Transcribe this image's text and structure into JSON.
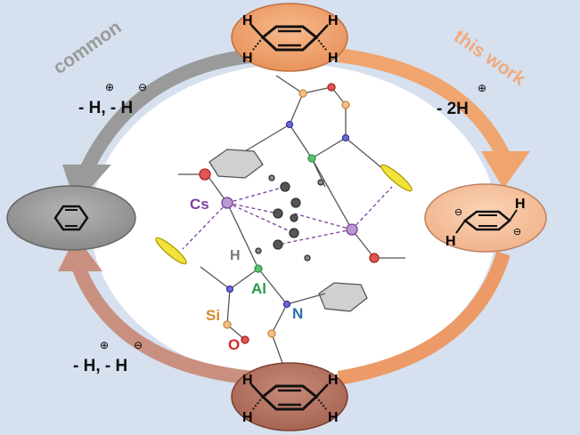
{
  "arrows": {
    "common_label": "common",
    "common_top_reaction": "- H, - H",
    "common_bottom_reaction": "- H, - H",
    "this_work_label": "this work",
    "this_work_reaction": "- 2H"
  },
  "atoms": {
    "cs": "Cs",
    "h": "H",
    "al": "Al",
    "n": "N",
    "si": "Si",
    "o": "O"
  },
  "molecule_h": "H",
  "colors": {
    "background": "#d6e0ee",
    "gray_arrow": "#9a9a9a",
    "orange_arrow": "#f0a46e",
    "brown_arrow": "#c98a78",
    "cs": "#7b3fa0",
    "al": "#2a9a4a",
    "n": "#2a6fb0",
    "si": "#d98a2a",
    "o": "#cc2a2a"
  }
}
